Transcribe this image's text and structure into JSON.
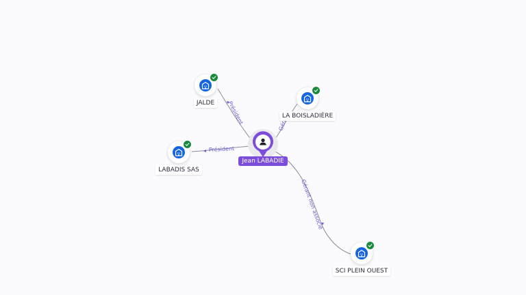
{
  "person": {
    "name": "Jean LABADIE",
    "icon": "person-icon",
    "color": "#7c4ddb"
  },
  "companies": [
    {
      "id": "jalde",
      "name": "JALDE",
      "icon": "building-icon",
      "verified": true
    },
    {
      "id": "la-boisladiere",
      "name": "LA BOISLADIÈRE",
      "icon": "building-icon",
      "verified": true
    },
    {
      "id": "labadis-sas",
      "name": "LABADIS SAS",
      "icon": "building-icon",
      "verified": true
    },
    {
      "id": "sci-plein-ouest",
      "name": "SCI PLEIN OUEST",
      "icon": "building-icon",
      "verified": true
    }
  ],
  "relations": [
    {
      "to": "jalde",
      "label": "Président"
    },
    {
      "to": "la-boisladiere",
      "label": "Gérant"
    },
    {
      "to": "labadis-sas",
      "label": "Président"
    },
    {
      "to": "sci-plein-ouest",
      "label": "Gérant non associé"
    }
  ],
  "colors": {
    "company_icon": "#1565e0",
    "verified_badge": "#1b8a3f",
    "relation_label": "#6c5fd6",
    "edge": "#8a8a99"
  }
}
